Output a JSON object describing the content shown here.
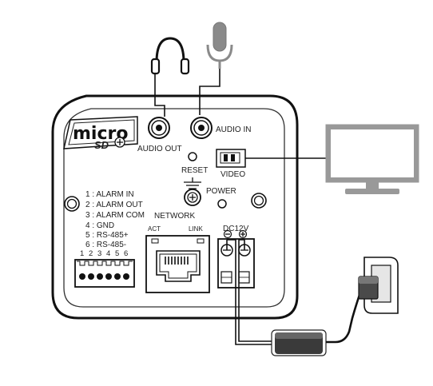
{
  "labels": {
    "audio_out": "AUDIO OUT",
    "audio_in": "AUDIO IN",
    "reset": "RESET",
    "video": "VIDEO",
    "power": "POWER",
    "network": "NETWORK",
    "act": "ACT",
    "link": "LINK",
    "dc": "DC12V",
    "minus": "−",
    "plus": "+"
  },
  "logo": {
    "text": "micro",
    "sub": "SD"
  },
  "terminal_legend": [
    "1 : ALARM IN",
    "2 : ALARM OUT",
    "3 : ALARM COM",
    "4 : GND",
    "5 : RS-485+",
    "6 : RS-485-"
  ],
  "pin_numbers": [
    "1",
    "2",
    "3",
    "4",
    "5",
    "6"
  ],
  "icons": {
    "headphones": "headphones-icon",
    "microphone": "microphone-icon",
    "monitor": "monitor-icon",
    "wall_outlet": "wall-outlet-icon",
    "adapter": "power-adapter-icon"
  }
}
